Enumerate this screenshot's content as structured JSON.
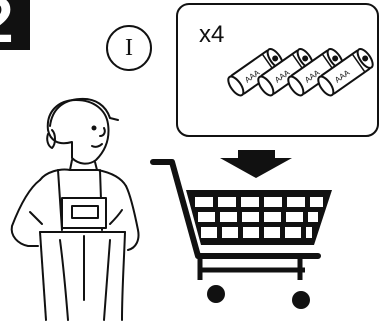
{
  "step": {
    "number": "2"
  },
  "info": {
    "symbol": "I"
  },
  "batteries": {
    "quantity_label": "x4",
    "type_mark": "AAA",
    "count": 4
  },
  "colors": {
    "ink": "#111111",
    "paper": "#ffffff"
  },
  "icons": [
    "worker-figure",
    "battery-pack",
    "arrow-down-icon",
    "shopping-cart-icon"
  ]
}
